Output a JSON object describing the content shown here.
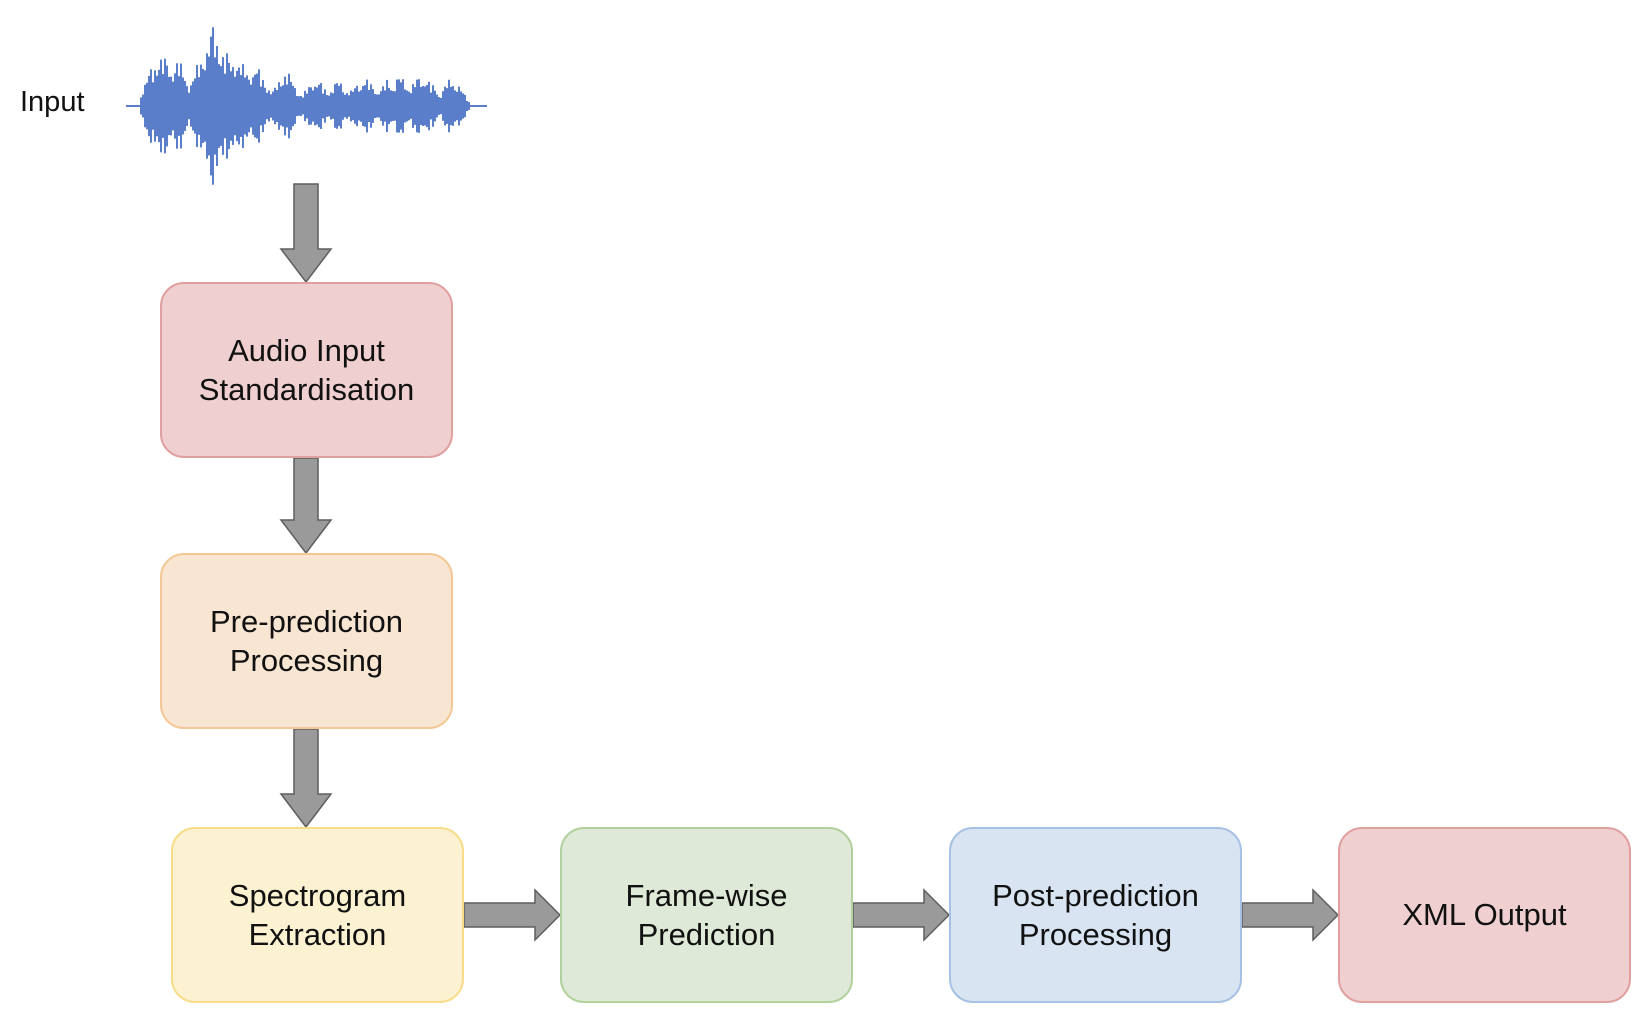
{
  "input_label": "Input",
  "nodes": {
    "standardisation": {
      "line1": "Audio Input",
      "line2": "Standardisation"
    },
    "pre_prediction": {
      "line1": "Pre-prediction",
      "line2": "Processing"
    },
    "spectrogram": {
      "line1": "Spectrogram",
      "line2": "Extraction"
    },
    "frame_wise": {
      "line1": "Frame-wise",
      "line2": "Prediction"
    },
    "post_prediction": {
      "line1": "Post-prediction",
      "line2": "Processing"
    },
    "xml_output": {
      "line1": "XML Output"
    }
  },
  "colors": {
    "waveform": "#5b7ecb",
    "arrow_fill": "#9a9a9a",
    "arrow_stroke": "#5e5e5e"
  }
}
